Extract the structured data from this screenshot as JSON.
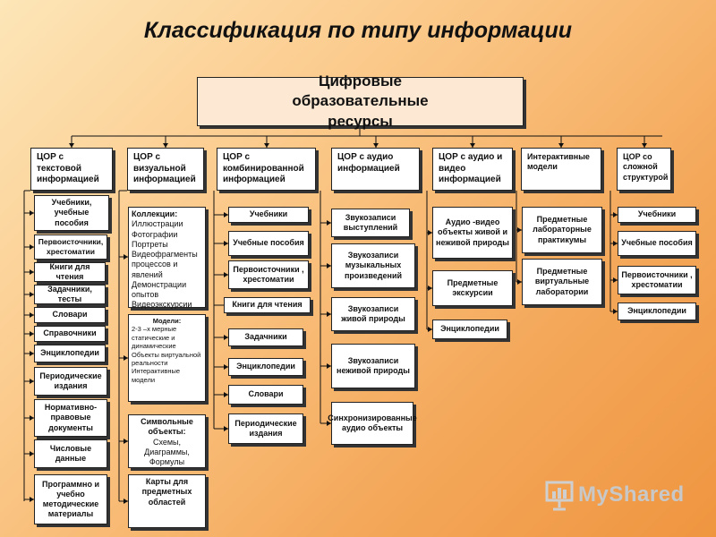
{
  "title": "Классификация по типу информации",
  "root": "Цифровые образовательные ресурсы",
  "columns": [
    {
      "header": "ЦОР с текстовой информацией",
      "items": [
        "Учебники, учебные пособия",
        "Первоисточники, хрестоматии",
        "Книги для чтения",
        "Задачники, тесты",
        "Словари",
        "Справочники",
        "Энциклопедии",
        "Периодические издания",
        "Нормативно-правовые документы",
        "Числовые данные",
        "Программно и учебно методические материалы"
      ]
    },
    {
      "header": "ЦОР с визуальной информацией",
      "items": [
        {
          "title": "Коллекции:",
          "body": "Иллюстрации\nФотографии\nПортреты\nВидеофрагменты процессов и явлений\nДемонстрации опытов\nВидеоэкскурсии"
        },
        {
          "title": "Модели:",
          "body": "2-3 –х мерные статические и динамические\nОбъекты виртуальной реальности\nИнтерактивные модели"
        },
        {
          "title": "Символьные объекты:",
          "body": "Схемы,\nДиаграммы,\nФормулы"
        },
        {
          "title": "Карты для предметных областей",
          "body": ""
        }
      ]
    },
    {
      "header": "ЦОР с комбинированной информацией",
      "items": [
        "Учебники",
        "Учебные пособия",
        "Первоисточники , хрестоматии",
        "Книги для чтения",
        "Задачники",
        "Энциклопедии",
        "Словари",
        "Периодические издания"
      ]
    },
    {
      "header": "ЦОР с аудио информацией",
      "items": [
        "Звукозаписи выступлений",
        "Звукозаписи музыкальных произведений",
        "Звукозаписи живой природы",
        "Звукозаписи неживой природы",
        "Синхронизированные аудио объекты"
      ]
    },
    {
      "header": "ЦОР с аудио и видео информацией",
      "items": [
        "Аудио -видео объекты живой и неживой природы",
        "Предметные экскурсии",
        "Энциклопедии"
      ]
    },
    {
      "header": "Интерактивные модели",
      "items": [
        "Предметные лабораторные практикумы",
        "Предметные виртуальные лаборатории"
      ]
    },
    {
      "header": "ЦОР со сложной структурой",
      "items": [
        "Учебники",
        "Учебные пособия",
        "Первоисточники , хрестоматии",
        "Энциклопедии"
      ]
    }
  ],
  "logo": {
    "text": "MyShared"
  }
}
